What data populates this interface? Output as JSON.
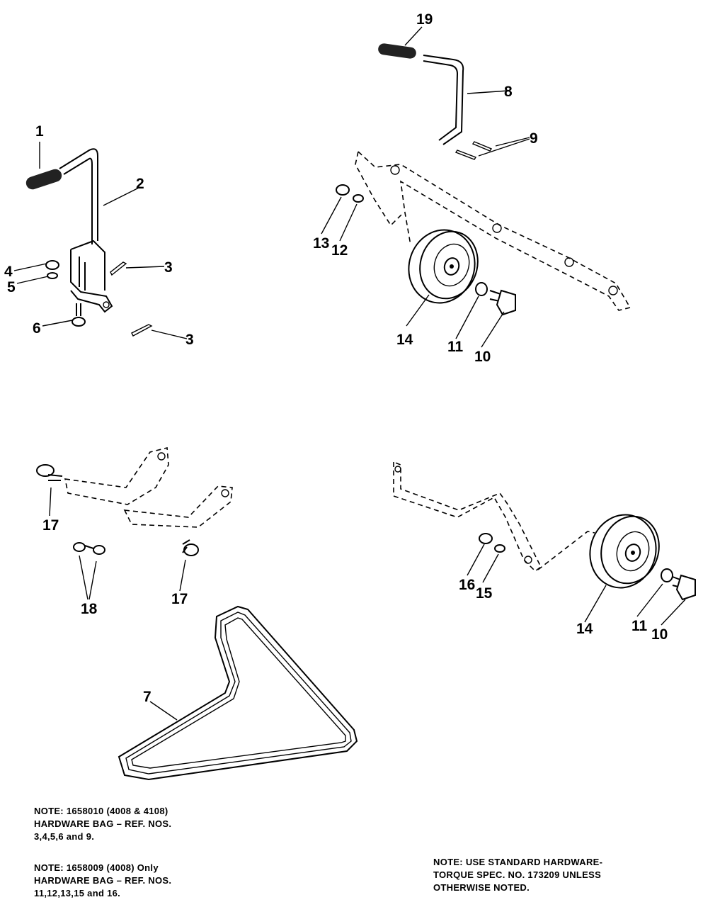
{
  "callouts": {
    "c1": "1",
    "c2": "2",
    "c3a": "3",
    "c3b": "3",
    "c4": "4",
    "c5": "5",
    "c6": "6",
    "c7": "7",
    "c8": "8",
    "c9": "9",
    "c10a": "10",
    "c10b": "10",
    "c11a": "11",
    "c11b": "11",
    "c12": "12",
    "c13": "13",
    "c14a": "14",
    "c14b": "14",
    "c15": "15",
    "c16": "16",
    "c17a": "17",
    "c17b": "17",
    "c18": "18",
    "c19": "19"
  },
  "notes": {
    "left_1": [
      "NOTE: 1658010 (4008 & 4108)",
      "HARDWARE BAG – REF. NOS.",
      "3,4,5,6 and 9."
    ],
    "left_2": [
      "NOTE: 1658009 (4008) Only",
      "HARDWARE BAG – REF. NOS.",
      "11,12,13,15 and 16."
    ],
    "right": [
      "NOTE: USE STANDARD HARDWARE-",
      "TORQUE SPEC. NO. 173209 UNLESS",
      "OTHERWISE NOTED."
    ]
  }
}
